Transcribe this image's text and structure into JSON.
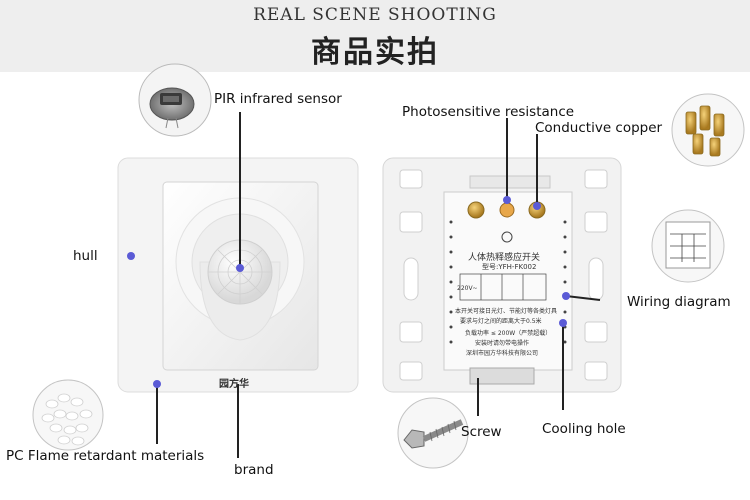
{
  "banner": {
    "title_en": "REAL SCENE SHOOTING",
    "title_cn": "商品实拍"
  },
  "front": {
    "brand_mark": "园方华",
    "labels": {
      "pir": "PIR  infrared sensor",
      "hull": "hull",
      "pc": "PC Flame retardant materials",
      "brand": "brand"
    }
  },
  "back": {
    "labels": {
      "photo": "Photosensitive resistance",
      "copper": "Conductive copper",
      "wiring": "Wiring diagram",
      "screw": "Screw",
      "cooling": "Cooling hole"
    },
    "board": {
      "title": "人体热释感应开关",
      "model": "型号:YFH-FK002",
      "voltage": "220V~",
      "line1": "本开关可接日光灯、节能灯等各类灯具",
      "line2": "要求与灯之间的距离大于0.5米",
      "line3": "负载功率 ≤ 200W（严禁超载）",
      "line4": "安装时请勿带电操作",
      "line5": "深圳市园方华科技有限公司"
    }
  },
  "colors": {
    "banner_bg": "#eeeeee",
    "dot": "#5b5bd6",
    "line": "#222222"
  }
}
